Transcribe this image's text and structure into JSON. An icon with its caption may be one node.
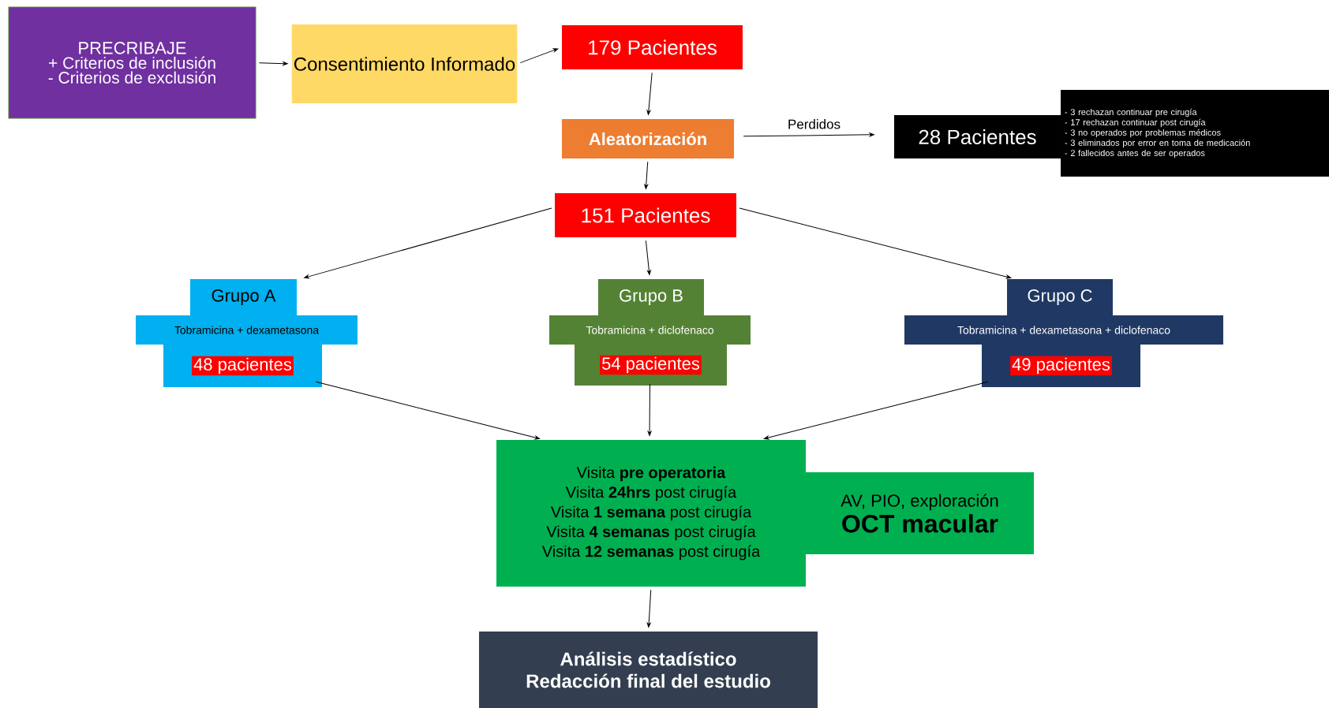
{
  "diagram": {
    "nodes": [
      {
        "text": [
          "PRECRIBAJE",
          "+ Criterios de inclusión",
          "- Criterios de exclusión"
        ]
      },
      {
        "text": [
          "Consentimiento Informado"
        ]
      },
      {
        "text": [
          "179 Pacientes"
        ]
      },
      {
        "text": [
          "Aleatorización"
        ]
      },
      {
        "text": [
          "28 Pacientes"
        ]
      },
      {
        "text": [
          "- 3 rechazan continuar pre cirugía",
          "- 17 rechazan continuar post cirugía",
          "- 3 no operados por problemas médicos",
          "- 3 eliminados por error en toma de medicación",
          "- 2 fallecidos antes de ser operados"
        ]
      },
      {
        "text": [
          "151 Pacientes"
        ]
      },
      {
        "text": [
          "Grupo A",
          "Tobramicina + dexametasona",
          "48 pacientes"
        ]
      },
      {
        "text": [
          "Grupo B",
          "Tobramicina + diclofenaco",
          "54 pacientes"
        ]
      },
      {
        "text": [
          "Grupo C",
          "Tobramicina + dexametasona + diclofenaco",
          "49 pacientes"
        ]
      },
      {
        "text": [
          "Visita **pre operatoria**",
          "Visita **24hrs** post cirugía",
          "Visita **1 semana** post cirugía",
          "Visita **4 semanas** post cirugía",
          "Visita **12 semanas** post cirugía"
        ]
      },
      {
        "text": [
          "AV, PIO, exploración",
          "OCT macular"
        ]
      },
      {
        "text": [
          "Análisis estadístico",
          "Redacción final del estudio"
        ]
      }
    ],
    "edges": [
      {
        "from": 0,
        "to": 1,
        "arrow": "to"
      },
      {
        "from": 1,
        "to": 2,
        "arrow": "to"
      },
      {
        "from": 2,
        "to": 3,
        "arrow": "to"
      },
      {
        "from": 3,
        "to": 4,
        "arrow": "to",
        "label": "Perdidos"
      },
      {
        "from": 3,
        "to": 6,
        "arrow": "to"
      },
      {
        "from": 6,
        "to": 7,
        "arrow": "to"
      },
      {
        "from": 6,
        "to": 8,
        "arrow": "to"
      },
      {
        "from": 6,
        "to": 9,
        "arrow": "to"
      },
      {
        "from": 7,
        "to": 10,
        "arrow": "to"
      },
      {
        "from": 8,
        "to": 10,
        "arrow": "to"
      },
      {
        "from": 9,
        "to": 10,
        "arrow": "to"
      },
      {
        "from": 10,
        "to": 12,
        "arrow": "to"
      }
    ]
  }
}
